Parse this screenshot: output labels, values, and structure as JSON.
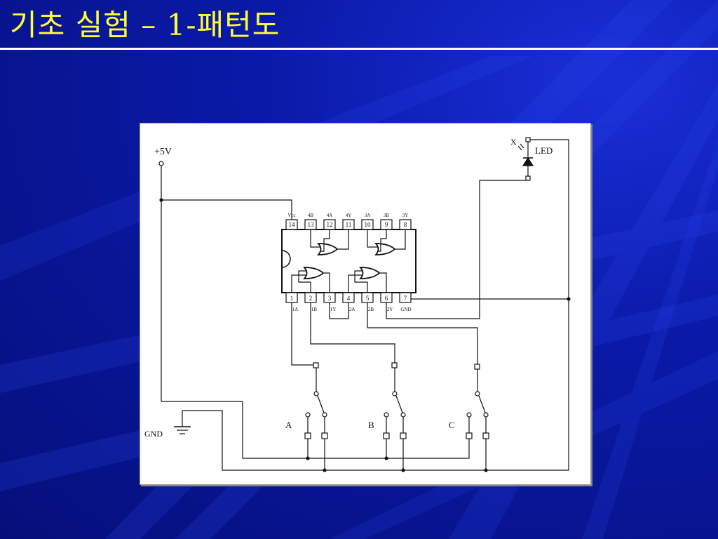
{
  "slide": {
    "title": "기초 실험 – 1-패턴도"
  },
  "colors": {
    "background": "#0a1aa8",
    "title": "#ffff33",
    "rule": "#ffffff",
    "wire": "#111111"
  },
  "circuit": {
    "supply_label": "+5V",
    "ground_label": "GND",
    "led_label": "LED",
    "output_label": "X",
    "switch_labels": [
      "A",
      "B",
      "C"
    ],
    "top_pins": [
      {
        "num": "14",
        "name": "Vcc"
      },
      {
        "num": "13",
        "name": "4B"
      },
      {
        "num": "12",
        "name": "4A"
      },
      {
        "num": "11",
        "name": "4Y"
      },
      {
        "num": "10",
        "name": "3A"
      },
      {
        "num": "9",
        "name": "3B"
      },
      {
        "num": "8",
        "name": "3Y"
      }
    ],
    "bottom_pins": [
      {
        "num": "1",
        "name": "1A"
      },
      {
        "num": "2",
        "name": "1B"
      },
      {
        "num": "3",
        "name": "1Y"
      },
      {
        "num": "4",
        "name": "2A"
      },
      {
        "num": "5",
        "name": "2B"
      },
      {
        "num": "6",
        "name": "2Y"
      },
      {
        "num": "7",
        "name": "GND"
      }
    ]
  }
}
